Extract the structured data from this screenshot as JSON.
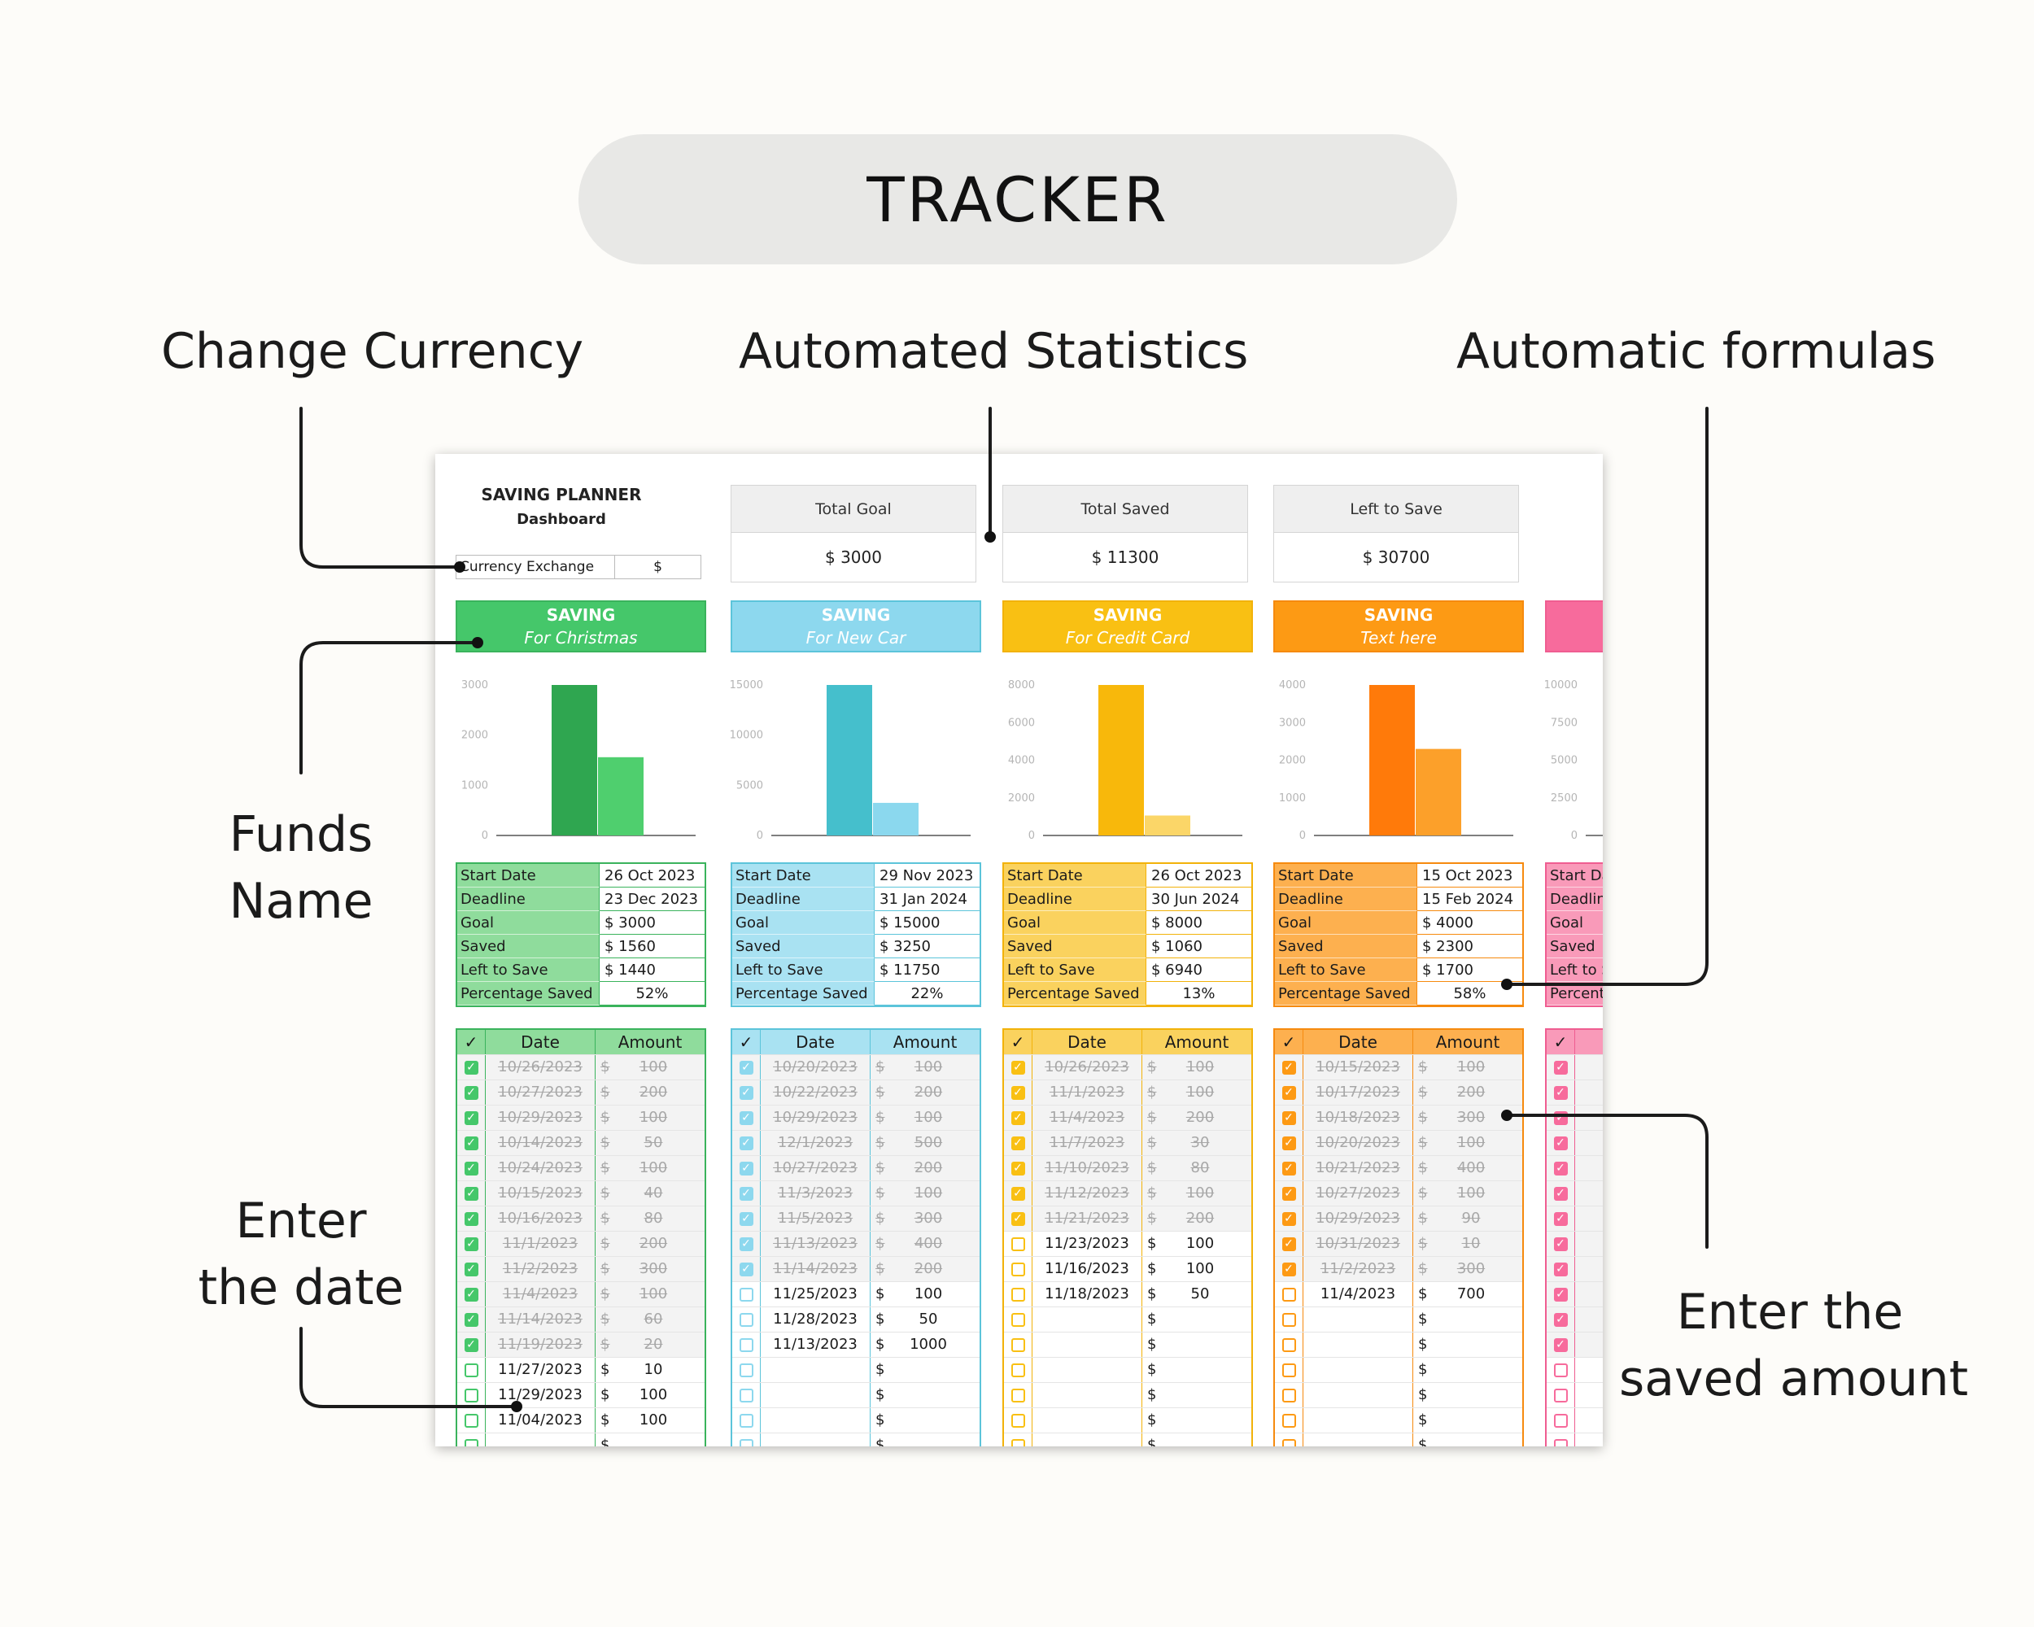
{
  "header": {
    "title": "TRACKER"
  },
  "annotations": {
    "change_currency": "Change Currency",
    "automated_statistics": "Automated Statistics",
    "automatic_formulas": "Automatic formulas",
    "funds_name": [
      "Funds",
      "Name"
    ],
    "enter_date": [
      "Enter",
      "the date"
    ],
    "enter_amount": [
      "Enter the",
      "saved amount"
    ]
  },
  "sheet": {
    "title": "SAVING PLANNER",
    "subtitle": "Dashboard",
    "currency_label": "Currency Exchange",
    "currency_value": "$",
    "stats": [
      {
        "label": "Total Goal",
        "value": "$  3000"
      },
      {
        "label": "Total Saved",
        "value": "$  11300"
      },
      {
        "label": "Left to Save",
        "value": "$  30700"
      }
    ],
    "info_labels": [
      "Start Date",
      "Deadline",
      "Goal",
      "Saved",
      "Left to Save",
      "Percentage Saved"
    ],
    "table_headers": {
      "check": "✓",
      "date": "Date",
      "amount": "Amount"
    },
    "currency_symbol": "$",
    "funds": [
      {
        "title": "SAVING",
        "subtitle": "For Christmas",
        "colors": {
          "main": "#45c76a",
          "light": "#8fdc9c",
          "bar1": "#2fa650",
          "bar2": "#4fcf6e",
          "border": "#3ab35c"
        },
        "chart": {
          "ymax": 3000,
          "ticks": [
            "0",
            "1000",
            "2000",
            "3000"
          ],
          "goal": 3000,
          "saved": 1560
        },
        "info": [
          "26 Oct 2023",
          "23 Dec 2023",
          "$  3000",
          "$  1560",
          "$  1440",
          "52%"
        ],
        "rows": [
          {
            "done": true,
            "date": "10/26/2023",
            "amount": "100"
          },
          {
            "done": true,
            "date": "10/27/2023",
            "amount": "200"
          },
          {
            "done": true,
            "date": "10/29/2023",
            "amount": "100"
          },
          {
            "done": true,
            "date": "10/14/2023",
            "amount": "50"
          },
          {
            "done": true,
            "date": "10/24/2023",
            "amount": "100"
          },
          {
            "done": true,
            "date": "10/15/2023",
            "amount": "40"
          },
          {
            "done": true,
            "date": "10/16/2023",
            "amount": "80"
          },
          {
            "done": true,
            "date": "11/1/2023",
            "amount": "200"
          },
          {
            "done": true,
            "date": "11/2/2023",
            "amount": "300"
          },
          {
            "done": true,
            "date": "11/4/2023",
            "amount": "100"
          },
          {
            "done": true,
            "date": "11/14/2023",
            "amount": "60"
          },
          {
            "done": true,
            "date": "11/19/2023",
            "amount": "20"
          },
          {
            "done": false,
            "date": "11/27/2023",
            "amount": "10"
          },
          {
            "done": false,
            "date": "11/29/2023",
            "amount": "100"
          },
          {
            "done": false,
            "date": "11/04/2023",
            "amount": "100"
          },
          {
            "done": false,
            "date": "",
            "amount": ""
          }
        ]
      },
      {
        "title": "SAVING",
        "subtitle": "For New Car",
        "colors": {
          "main": "#8dd8ee",
          "light": "#a9e2f2",
          "bar1": "#45bfcc",
          "bar2": "#8bd8ee",
          "border": "#5cc4da"
        },
        "chart": {
          "ymax": 15000,
          "ticks": [
            "0",
            "5000",
            "10000",
            "15000"
          ],
          "goal": 15000,
          "saved": 3250
        },
        "info": [
          "29 Nov 2023",
          "31 Jan 2024",
          "$  15000",
          "$  3250",
          "$  11750",
          "22%"
        ],
        "rows": [
          {
            "done": true,
            "date": "10/20/2023",
            "amount": "100"
          },
          {
            "done": true,
            "date": "10/22/2023",
            "amount": "200"
          },
          {
            "done": true,
            "date": "10/29/2023",
            "amount": "100"
          },
          {
            "done": true,
            "date": "12/1/2023",
            "amount": "500"
          },
          {
            "done": true,
            "date": "10/27/2023",
            "amount": "200"
          },
          {
            "done": true,
            "date": "11/3/2023",
            "amount": "100"
          },
          {
            "done": true,
            "date": "11/5/2023",
            "amount": "300"
          },
          {
            "done": true,
            "date": "11/13/2023",
            "amount": "400"
          },
          {
            "done": true,
            "date": "11/14/2023",
            "amount": "200"
          },
          {
            "done": false,
            "date": "11/25/2023",
            "amount": "100"
          },
          {
            "done": false,
            "date": "11/28/2023",
            "amount": "50"
          },
          {
            "done": false,
            "date": "11/13/2023",
            "amount": "1000"
          },
          {
            "done": false,
            "date": "",
            "amount": ""
          },
          {
            "done": false,
            "date": "",
            "amount": ""
          },
          {
            "done": false,
            "date": "",
            "amount": ""
          },
          {
            "done": false,
            "date": "",
            "amount": ""
          }
        ]
      },
      {
        "title": "SAVING",
        "subtitle": "For Credit Card",
        "colors": {
          "main": "#f9c013",
          "light": "#fad25e",
          "bar1": "#f8b80b",
          "bar2": "#fbd668",
          "border": "#f2b20a"
        },
        "chart": {
          "ymax": 8000,
          "ticks": [
            "0",
            "2000",
            "4000",
            "6000",
            "8000"
          ],
          "goal": 8000,
          "saved": 1060
        },
        "info": [
          "26 Oct 2023",
          "30 Jun 2024",
          "$  8000",
          "$  1060",
          "$  6940",
          "13%"
        ],
        "rows": [
          {
            "done": true,
            "date": "10/26/2023",
            "amount": "100"
          },
          {
            "done": true,
            "date": "11/1/2023",
            "amount": "100"
          },
          {
            "done": true,
            "date": "11/4/2023",
            "amount": "200"
          },
          {
            "done": true,
            "date": "11/7/2023",
            "amount": "30"
          },
          {
            "done": true,
            "date": "11/10/2023",
            "amount": "80"
          },
          {
            "done": true,
            "date": "11/12/2023",
            "amount": "100"
          },
          {
            "done": true,
            "date": "11/21/2023",
            "amount": "200"
          },
          {
            "done": false,
            "date": "11/23/2023",
            "amount": "100"
          },
          {
            "done": false,
            "date": "11/16/2023",
            "amount": "100"
          },
          {
            "done": false,
            "date": "11/18/2023",
            "amount": "50"
          },
          {
            "done": false,
            "date": "",
            "amount": ""
          },
          {
            "done": false,
            "date": "",
            "amount": ""
          },
          {
            "done": false,
            "date": "",
            "amount": ""
          },
          {
            "done": false,
            "date": "",
            "amount": ""
          },
          {
            "done": false,
            "date": "",
            "amount": ""
          },
          {
            "done": false,
            "date": "",
            "amount": ""
          }
        ]
      },
      {
        "title": "SAVING",
        "subtitle": "Text here",
        "colors": {
          "main": "#fd9a14",
          "light": "#fdb04f",
          "bar1": "#ff7a0a",
          "bar2": "#fca02a",
          "border": "#f68a0e"
        },
        "chart": {
          "ymax": 4000,
          "ticks": [
            "0",
            "1000",
            "2000",
            "3000",
            "4000"
          ],
          "goal": 4000,
          "saved": 2300
        },
        "info": [
          "15 Oct 2023",
          "15 Feb 2024",
          "$  4000",
          "$  2300",
          "$  1700",
          "58%"
        ],
        "rows": [
          {
            "done": true,
            "date": "10/15/2023",
            "amount": "100"
          },
          {
            "done": true,
            "date": "10/17/2023",
            "amount": "200"
          },
          {
            "done": true,
            "date": "10/18/2023",
            "amount": "300"
          },
          {
            "done": true,
            "date": "10/20/2023",
            "amount": "100"
          },
          {
            "done": true,
            "date": "10/21/2023",
            "amount": "400"
          },
          {
            "done": true,
            "date": "10/27/2023",
            "amount": "100"
          },
          {
            "done": true,
            "date": "10/29/2023",
            "amount": "90"
          },
          {
            "done": true,
            "date": "10/31/2023",
            "amount": "10"
          },
          {
            "done": true,
            "date": "11/2/2023",
            "amount": "300"
          },
          {
            "done": false,
            "date": "11/4/2023",
            "amount": "700"
          },
          {
            "done": false,
            "date": "",
            "amount": ""
          },
          {
            "done": false,
            "date": "",
            "amount": ""
          },
          {
            "done": false,
            "date": "",
            "amount": ""
          },
          {
            "done": false,
            "date": "",
            "amount": ""
          },
          {
            "done": false,
            "date": "",
            "amount": ""
          },
          {
            "done": false,
            "date": "",
            "amount": ""
          }
        ]
      },
      {
        "title": "SAVING",
        "subtitle": "",
        "colors": {
          "main": "#f76b9c",
          "light": "#f99ab9",
          "bar1": "#f76b9c",
          "bar2": "#f99ab9",
          "border": "#ef5d91"
        },
        "chart": {
          "ymax": 10000,
          "ticks": [
            "0",
            "2500",
            "5000",
            "7500",
            "10000"
          ],
          "goal": 0,
          "saved": 0
        },
        "info": [
          "",
          "",
          "",
          "",
          "",
          ""
        ],
        "rows": [
          {
            "done": true,
            "date": "",
            "amount": ""
          },
          {
            "done": true,
            "date": "",
            "amount": ""
          },
          {
            "done": true,
            "date": "",
            "amount": ""
          },
          {
            "done": true,
            "date": "",
            "amount": ""
          },
          {
            "done": true,
            "date": "",
            "amount": ""
          },
          {
            "done": true,
            "date": "",
            "amount": ""
          },
          {
            "done": true,
            "date": "",
            "amount": ""
          },
          {
            "done": true,
            "date": "",
            "amount": ""
          },
          {
            "done": true,
            "date": "",
            "amount": ""
          },
          {
            "done": true,
            "date": "",
            "amount": ""
          },
          {
            "done": true,
            "date": "",
            "amount": ""
          },
          {
            "done": true,
            "date": "",
            "amount": ""
          },
          {
            "done": false,
            "date": "",
            "amount": ""
          },
          {
            "done": false,
            "date": "",
            "amount": ""
          },
          {
            "done": false,
            "date": "",
            "amount": ""
          },
          {
            "done": false,
            "date": "",
            "amount": ""
          }
        ]
      }
    ]
  }
}
